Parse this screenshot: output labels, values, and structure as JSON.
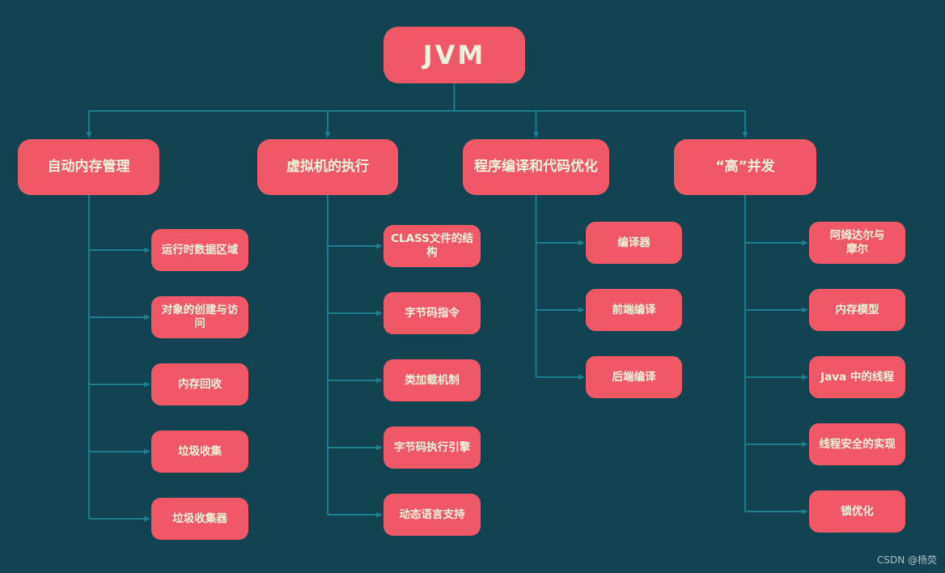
{
  "watermark": "CSDN @杨荧",
  "colors": {
    "background": "#124350",
    "node_fill": "#F05868",
    "node_text": "#EEF3DA",
    "connector": "#1B7E8F"
  },
  "mindmap": {
    "root": {
      "label": "JVM"
    },
    "branches": [
      {
        "label": "自动内存管理",
        "children": [
          "运行时数据区域",
          "对象的创建与访问",
          "内存回收",
          "垃圾收集",
          "垃圾收集器"
        ]
      },
      {
        "label": "虚拟机的执行",
        "children": [
          "CLASS文件的结构",
          "字节码指令",
          "类加载机制",
          "字节码执行引擎",
          "动态语言支持"
        ]
      },
      {
        "label": "程序编译和代码优化",
        "children": [
          "编译器",
          "前端编译",
          "后端编译"
        ]
      },
      {
        "label": "“高”并发",
        "children": [
          "阿姆达尔与\n摩尔",
          "内存模型",
          "Java 中的线程",
          "线程安全的实现",
          "锁优化"
        ]
      }
    ]
  }
}
